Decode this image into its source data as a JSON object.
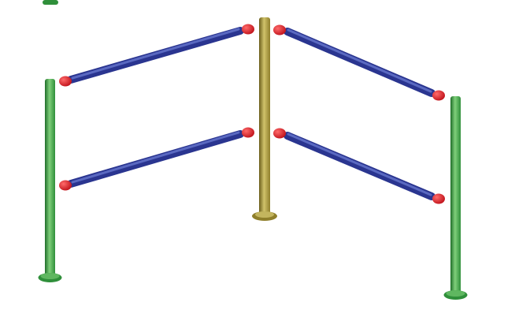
{
  "scene": {
    "subject": "railing-frame",
    "palette": {
      "background": "#ffffff",
      "outer_post": "#2f8f3a",
      "outer_post_highlight": "#7fcf7a",
      "center_post": "#8f7f2b",
      "center_post_highlight": "#d0c26a",
      "rail": "#303c9a",
      "rail_highlight": "#6f7fd6",
      "connector": "#d1171e"
    },
    "components": {
      "posts": [
        {
          "id": "left-post",
          "kind": "outer"
        },
        {
          "id": "center-post",
          "kind": "center"
        },
        {
          "id": "right-post",
          "kind": "outer"
        },
        {
          "id": "top-left-partial-post",
          "kind": "outer"
        }
      ],
      "rails": [
        {
          "id": "upper-left-rail"
        },
        {
          "id": "upper-right-rail"
        },
        {
          "id": "lower-left-rail"
        },
        {
          "id": "lower-right-rail"
        }
      ]
    }
  }
}
